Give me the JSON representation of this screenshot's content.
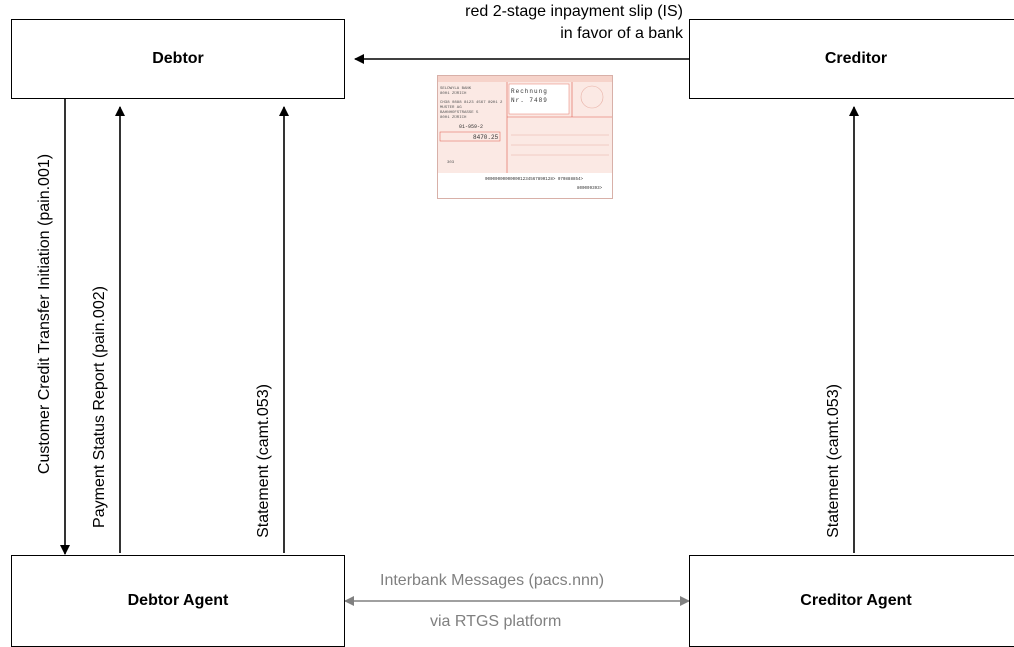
{
  "nodes": {
    "debtor": "Debtor",
    "creditor": "Creditor",
    "debtor_agent": "Debtor Agent",
    "creditor_agent": "Creditor Agent"
  },
  "edges": {
    "slip_line1": "red 2-stage inpayment slip (IS)",
    "slip_line2": "in favor of a bank",
    "pain001": "Customer Credit Transfer Initiation (pain.001)",
    "pain002": "Payment Status Report (pain.002)",
    "camt053_debtor": "Statement (camt.053)",
    "camt053_creditor": "Statement (camt.053)",
    "interbank_line1": "Interbank Messages (pacs.nnn)",
    "interbank_line2": "via RTGS platform"
  },
  "slip_image": {
    "account": "01-959-2",
    "amount": "8470.25",
    "ref_line": "000000000000001234567890128> 070888854>",
    "code_line": "800009393>",
    "bank_name": "SELDWYLA BANK",
    "bank_city": "8001 ZÜRICH",
    "iban": "CH38 0888 8123 4567 8901 2",
    "payee_name": "MUSTER AG",
    "payee_street": "BAHNHOFSTRASSE 5",
    "payee_city": "8001 ZÜRICH",
    "reason_line1": "Rechnung",
    "reason_line2": "Nr. 7489",
    "small_code": "303"
  },
  "colors": {
    "line": "#000000",
    "interbank": "#808080",
    "slip_ink": "#e05a4a",
    "slip_bg": "#fbe9e4"
  }
}
